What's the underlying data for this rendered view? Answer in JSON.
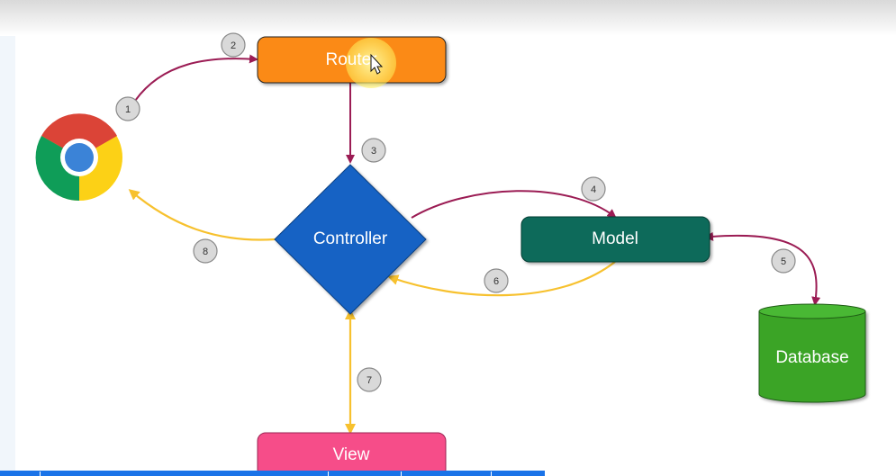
{
  "nodes": {
    "router": {
      "label": "Router",
      "color": "#fb8a12"
    },
    "controller": {
      "label": "Controller",
      "color": "#1262c4"
    },
    "model": {
      "label": "Model",
      "color": "#0d6b5a"
    },
    "database": {
      "label": "Database",
      "color": "#3aa427"
    },
    "view": {
      "label": "View",
      "color": "#f64d89"
    }
  },
  "browser_icon": "chrome-browser-icon",
  "steps": [
    "1",
    "2",
    "3",
    "4",
    "5",
    "6",
    "7",
    "8"
  ],
  "colors": {
    "request_arrow": "#9b1c54",
    "response_arrow": "#f7c12e"
  }
}
